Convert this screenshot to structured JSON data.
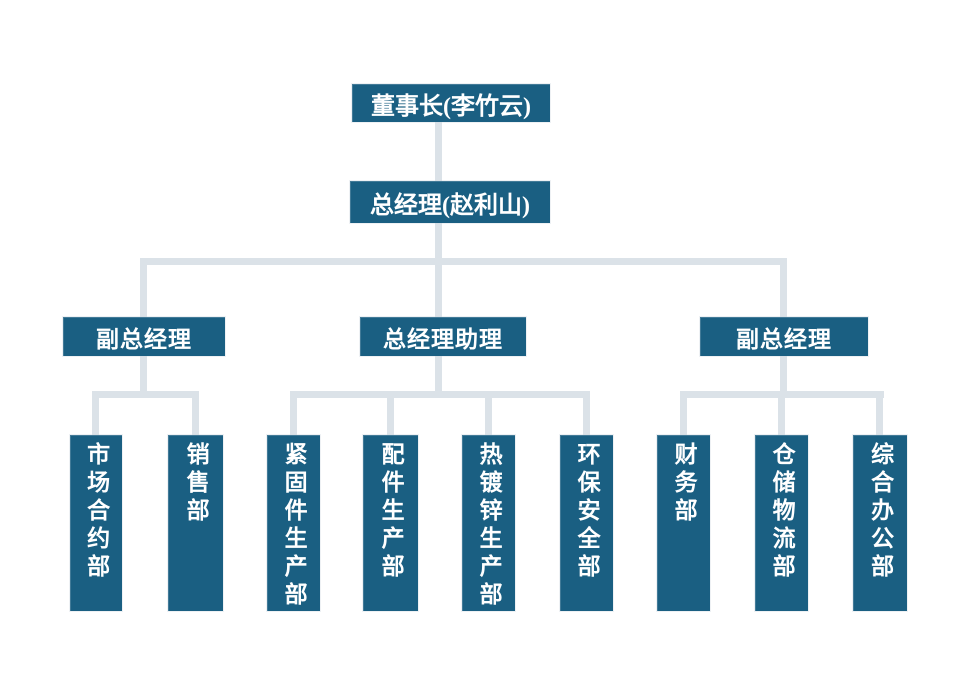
{
  "palette": {
    "node_fill": "#1a5f82",
    "node_text": "#ffffff",
    "connector": "#dbe2e8",
    "background": "#ffffff"
  },
  "org": {
    "chairman": {
      "label": "董事长(李竹云)",
      "role": "chairman"
    },
    "general_manager": {
      "label": "总经理(赵利山)",
      "role": "general-manager",
      "reports_to": "chairman"
    },
    "level3": [
      {
        "id": "vp-left",
        "label": "副总经理",
        "reports_to": "general-manager"
      },
      {
        "id": "gm-assistant",
        "label": "总经理助理",
        "reports_to": "general-manager"
      },
      {
        "id": "vp-right",
        "label": "副总经理",
        "reports_to": "general-manager"
      }
    ],
    "departments": [
      {
        "label": "市场合约部",
        "parent": "vp-left"
      },
      {
        "label": "销售部",
        "parent": "vp-left"
      },
      {
        "label": "紧固件生产部",
        "parent": "gm-assistant"
      },
      {
        "label": "配件生产部",
        "parent": "gm-assistant"
      },
      {
        "label": "热镀锌生产部",
        "parent": "gm-assistant"
      },
      {
        "label": "环保安全部",
        "parent": "gm-assistant"
      },
      {
        "label": "财务部",
        "parent": "vp-right"
      },
      {
        "label": "仓储物流部",
        "parent": "vp-right"
      },
      {
        "label": "综合办公部",
        "parent": "vp-right"
      }
    ]
  }
}
